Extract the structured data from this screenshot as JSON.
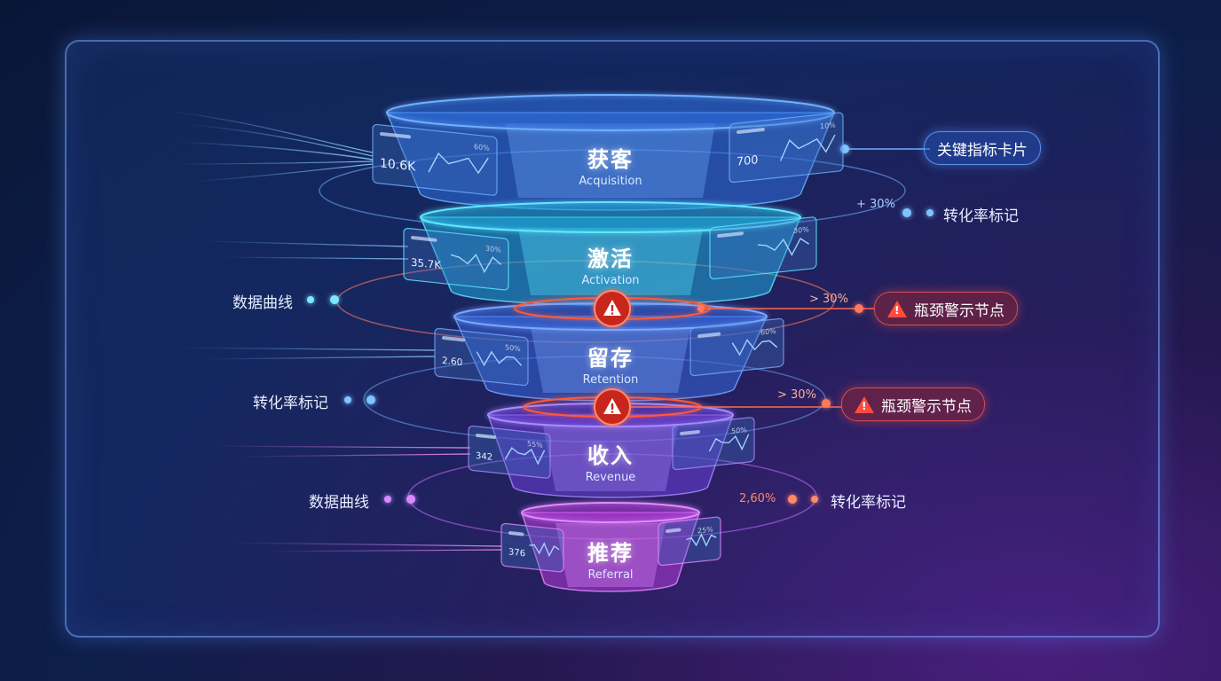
{
  "tiers": [
    {
      "zh": "获客",
      "en": "Acquisition",
      "left_value": "10.6K",
      "left_pct": "60%",
      "right_value": "700",
      "right_pct": "10%",
      "color": "#2f6fe0",
      "rim": "#6fb0ff"
    },
    {
      "zh": "激活",
      "en": "Activation",
      "left_value": "35.7K",
      "left_pct": "30%",
      "right_value": "",
      "right_pct": "30%",
      "color": "#1ea8d8",
      "rim": "#5fe8ff"
    },
    {
      "zh": "留存",
      "en": "Retention",
      "left_value": "2.60",
      "left_pct": "50%",
      "right_value": "",
      "right_pct": "60%",
      "color": "#3466dd",
      "rim": "#7aa8ff"
    },
    {
      "zh": "收入",
      "en": "Revenue",
      "left_value": "342",
      "left_pct": "55%",
      "right_value": "",
      "right_pct": "50%",
      "color": "#6a3fd8",
      "rim": "#a98bff"
    },
    {
      "zh": "推荐",
      "en": "Referral",
      "left_value": "376",
      "left_pct": "",
      "right_value": "",
      "right_pct": "25%",
      "color": "#b33ad8",
      "rim": "#e58bff"
    }
  ],
  "annotations": {
    "key_metric_card": "关键指标卡片",
    "conversion_marker": "转化率标记",
    "bottleneck_alert": "瓶颈警示节点",
    "data_curve": "数据曲线"
  },
  "rates": {
    "r1": "+ 30%",
    "r2": "> 30%",
    "r3": "> 30%",
    "r4": "2,60%"
  },
  "colors": {
    "alert": "#ff4d3d",
    "highlight": "#5ab4ff",
    "accent_purple": "#c76bff"
  }
}
